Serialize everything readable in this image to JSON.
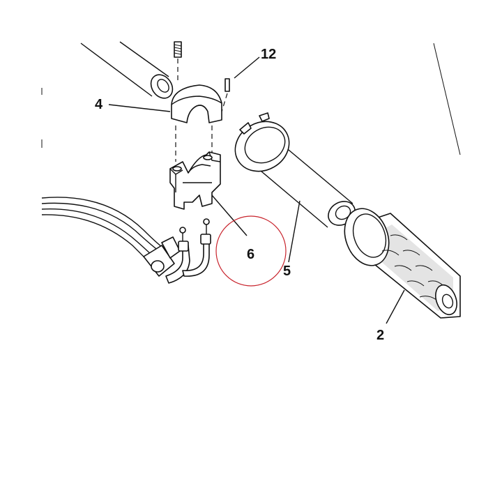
{
  "callouts": {
    "c12": "12",
    "c4": "4",
    "c6": "6",
    "c5": "5",
    "c2": "2"
  },
  "highlight": {
    "target": "6",
    "color": "#c8232c"
  }
}
